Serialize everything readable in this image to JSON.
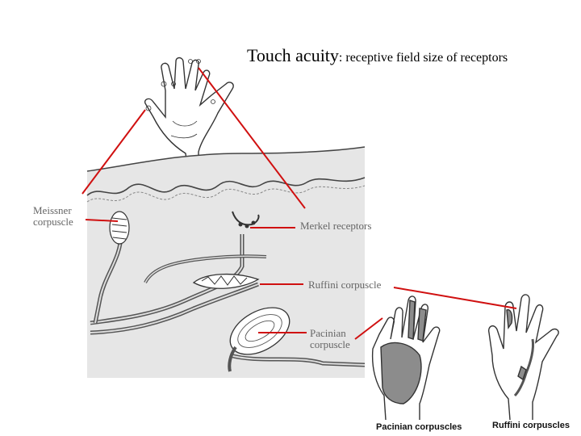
{
  "title": {
    "main": "Touch acuity",
    "sub": ": receptive field size of receptors"
  },
  "labels": {
    "meissner_line1": "Meissner",
    "meissner_line2": "corpuscle",
    "merkel": "Merkel receptors",
    "ruffini": "Ruffini corpuscle",
    "pacinian_line1": "Pacinian",
    "pacinian_line2": "corpuscle"
  },
  "captions": {
    "pacinian": "Pacinian corpuscles",
    "ruffini": "Ruffini corpuscles"
  },
  "colors": {
    "pointer_lines": "#d01010",
    "label_text": "#666666",
    "skin_fill": "#e4e4e4",
    "outline": "#333333"
  }
}
